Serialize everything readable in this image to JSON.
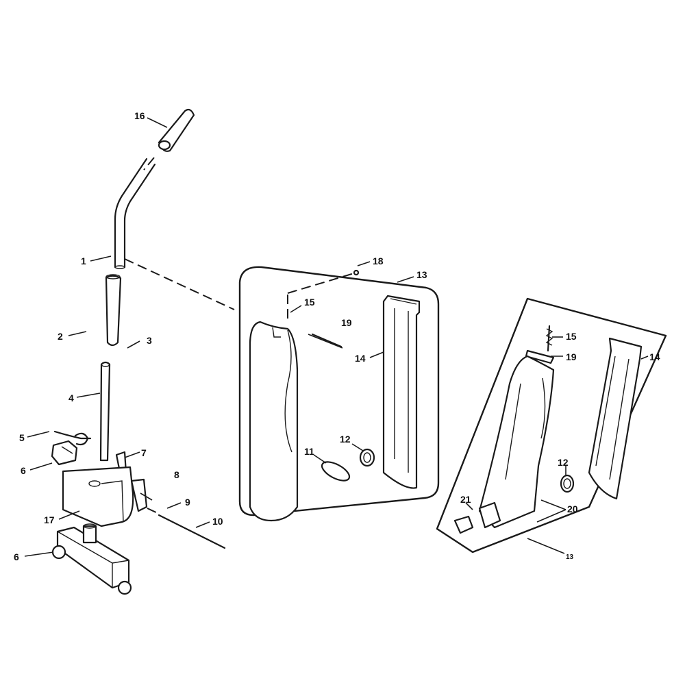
{
  "callouts": {
    "c1": "1",
    "c2": "2",
    "c3": "3",
    "c4": "4",
    "c5": "5",
    "c6a": "6",
    "c6b": "6",
    "c7": "7",
    "c8": "8",
    "c9": "9",
    "c10": "10",
    "c16": "16",
    "c17": "17",
    "left_kit": {
      "c11": "11",
      "c12": "12",
      "c13": "13",
      "c14": "14",
      "c15": "15",
      "c18": "18",
      "c19": "19"
    },
    "right_kit": {
      "c12": "12",
      "c13": "13",
      "c14": "14",
      "c15": "15",
      "c19": "19",
      "c20": "20",
      "c21": "21"
    }
  },
  "colors": {
    "ink": "#1a1a1a",
    "paper": "#ffffff"
  }
}
